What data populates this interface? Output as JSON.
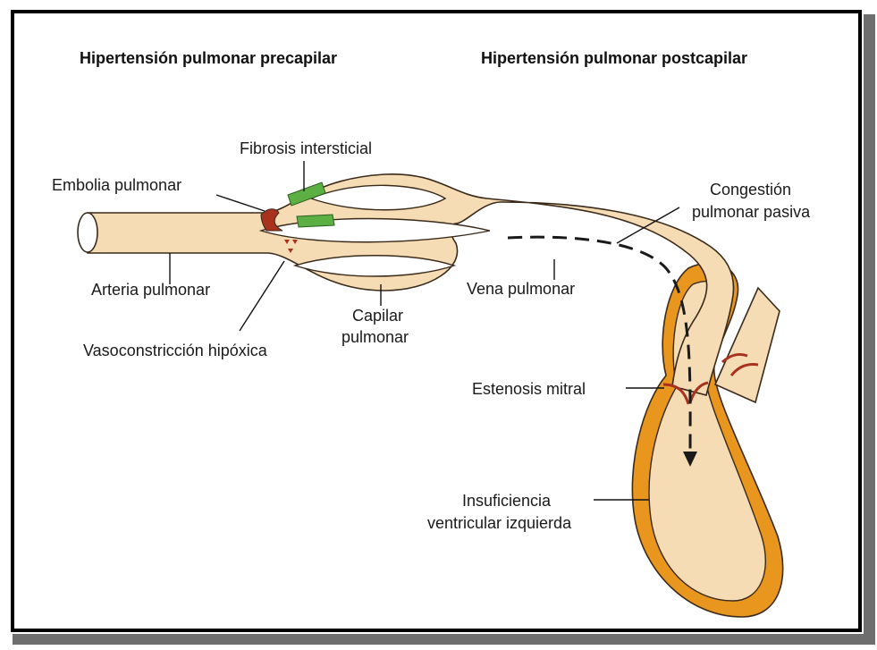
{
  "headers": {
    "precapillary": "Hipertensión pulmonar precapilar",
    "postcapillary": "Hipertensión pulmonar postcapilar"
  },
  "labels": {
    "fibrosis": "Fibrosis intersticial",
    "embolia": "Embolia pulmonar",
    "arteria": "Arteria pulmonar",
    "vasoconstriccion": "Vasoconstricción hipóxica",
    "capilar_line1": "Capilar",
    "capilar_line2": "pulmonar",
    "vena": "Vena pulmonar",
    "congestion_line1": "Congestión",
    "congestion_line2": "pulmonar pasiva",
    "estenosis": "Estenosis mitral",
    "insuficiencia_line1": "Insuficiencia",
    "insuficiencia_line2": "ventricular izquierda"
  },
  "colors": {
    "vessel_fill": "#f5dcb4",
    "vessel_stroke": "#3a2a1a",
    "muscle_orange": "#e8961e",
    "embolus_red": "#a8321e",
    "fibrosis_green": "#5cb043",
    "arrow_dark": "#1a1a1a"
  }
}
